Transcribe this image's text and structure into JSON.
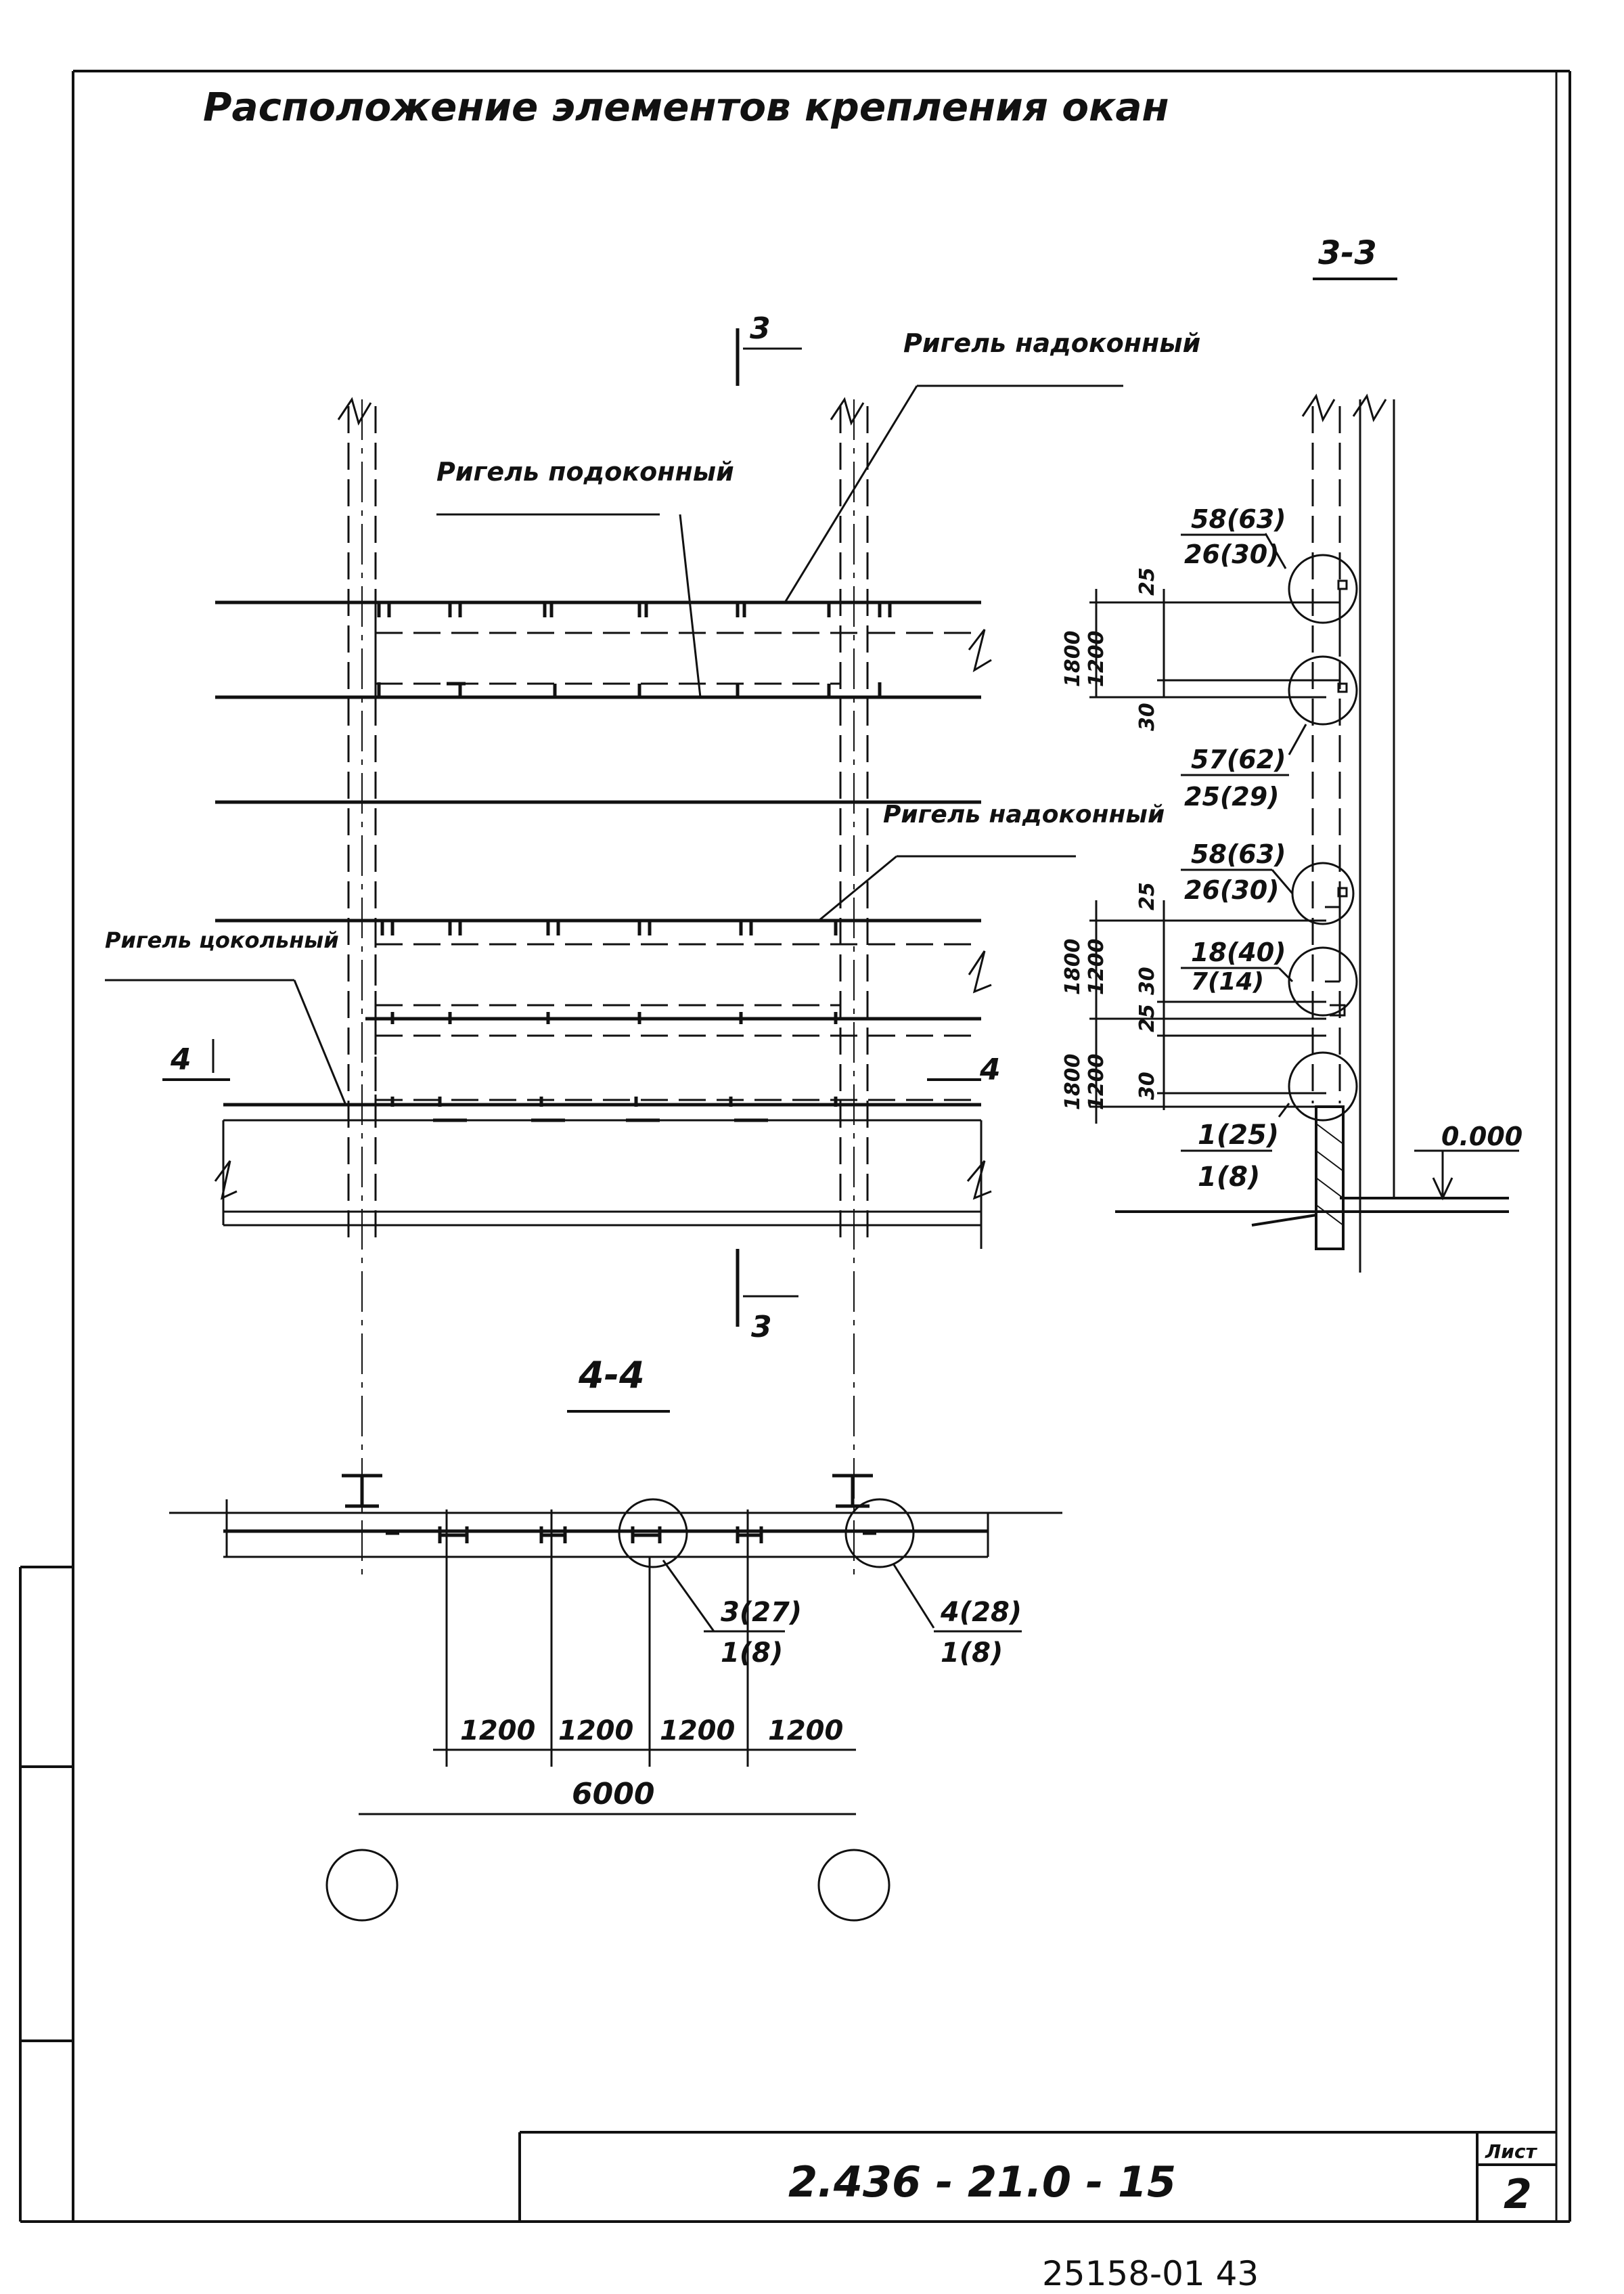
{
  "title": "Расположение элементов крепления окан",
  "drawing_number": "2.436 - 21.0 - 15",
  "sheet": {
    "label": "Лист",
    "number": "2"
  },
  "archive_number": "25158-01 43",
  "labels": {
    "rigel_nadokonny": "Ригель надоконный",
    "rigel_podokonny": "Ригель подоконный",
    "rigel_nadokonny_2": "Ригель надоконный",
    "rigel_tsokolny": "Ригель цокольный"
  },
  "sections": {
    "cut_3_top": "3",
    "cut_3_bottom": "3",
    "cut_4_left": "4",
    "cut_4_right": "4",
    "section_3_3": "3-3",
    "section_4_4": "4-4"
  },
  "callouts_3_3": {
    "c1": {
      "top": "58(63)",
      "bottom": "26(30)"
    },
    "c2": {
      "top": "57(62)",
      "bottom": "25(29)"
    },
    "c3": {
      "top": "58(63)",
      "bottom": "26(30)"
    },
    "c4": {
      "top": "18(40)",
      "bottom": "7(14)"
    },
    "c5": {
      "top": "1(25)",
      "bottom": "1(8)"
    }
  },
  "callouts_4_4": {
    "c1": {
      "top": "3(27)",
      "bottom": "1(8)"
    },
    "c2": {
      "top": "4(28)",
      "bottom": "1(8)"
    }
  },
  "dims_3_3": {
    "d25_a": "25",
    "d30_a": "30",
    "d1800_a": "1800",
    "d1200_a": "1200",
    "d25_b": "25",
    "d30_b": "30",
    "d25_c": "25",
    "d30_c": "30",
    "d1800_b": "1800",
    "d1200_b": "1200",
    "d1800_c": "1800",
    "d1200_c": "1200"
  },
  "level_mark": "0.000",
  "dims_4_4": {
    "d1": "1200",
    "d2": "1200",
    "d3": "1200",
    "d4": "1200",
    "total": "6000"
  }
}
